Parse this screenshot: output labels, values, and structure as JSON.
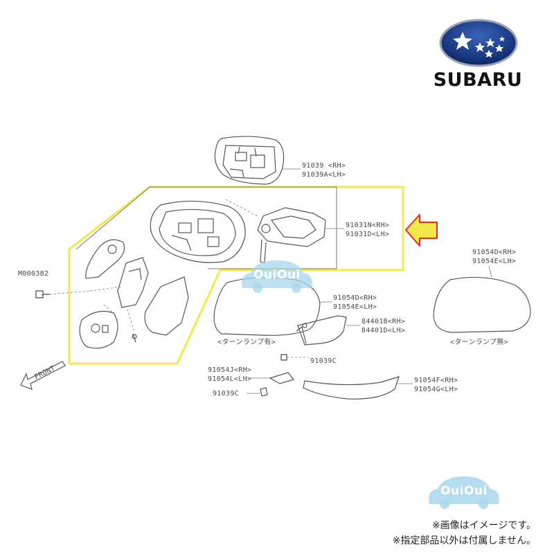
{
  "brand": {
    "name": "SUBARU"
  },
  "parts": [
    {
      "code": "91039 <RH>"
    },
    {
      "code": "91039A<LH>"
    },
    {
      "code": "91031N<RH>"
    },
    {
      "code": "91031D<LH>"
    },
    {
      "code": "M000382"
    },
    {
      "code": "91054D<RH>"
    },
    {
      "code": "91054E<LH>"
    },
    {
      "code": "84401B<RH>"
    },
    {
      "code": "84401D<LH>"
    },
    {
      "code": "91039C"
    },
    {
      "code": "91054J<RH>"
    },
    {
      "code": "91054L<LH>"
    },
    {
      "code": "91039C"
    },
    {
      "code": "91054F<RH>"
    },
    {
      "code": "91054G<LH>"
    },
    {
      "code": "91054D<RH>"
    },
    {
      "code": "91054E<LH>"
    }
  ],
  "captions": {
    "with_turn_lamp": "<ターンランプ有>",
    "without_turn_lamp": "<ターンランプ無>"
  },
  "direction": "FRONT",
  "watermark": {
    "text": "OuiOui"
  },
  "notes": {
    "line1": "※画像はイメージです。",
    "line2": "※指定部品以外は付属しません。"
  },
  "colors": {
    "highlight_box": "#f4e94a",
    "arrow_fill": "#f4e94a",
    "arrow_stroke": "#e8272d",
    "brand_blue": "#1c3f8e",
    "watermark": "#a8d7ec"
  }
}
